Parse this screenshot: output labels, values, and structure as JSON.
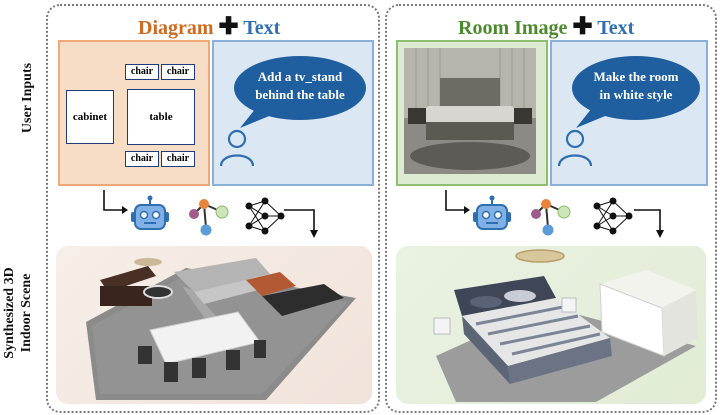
{
  "side_labels": {
    "top": "User  Inputs",
    "bottom_line1": "Synthesized 3D",
    "bottom_line2": "Indoor Scene"
  },
  "left_panel": {
    "title_part1": "Diagram",
    "title_part2": "Text",
    "diagram": {
      "cabinet": "cabinet",
      "table": "table",
      "chairs": [
        "chair",
        "chair",
        "chair",
        "chair"
      ]
    },
    "bubble_line1": "Add a tv_stand",
    "bubble_line2": "behind the table"
  },
  "right_panel": {
    "title_part1": "Room Image",
    "title_part2": "Text",
    "bubble_line1": "Make the room",
    "bubble_line2": "in white style"
  },
  "colors": {
    "orange": "#d06a1e",
    "blue": "#2f6fb0",
    "green": "#4d8a2e",
    "bubble": "#1f5fa0",
    "diagram_bg": "#f7dcc6",
    "user_bg": "#dce7f4",
    "image_bg": "#dcebd2"
  }
}
